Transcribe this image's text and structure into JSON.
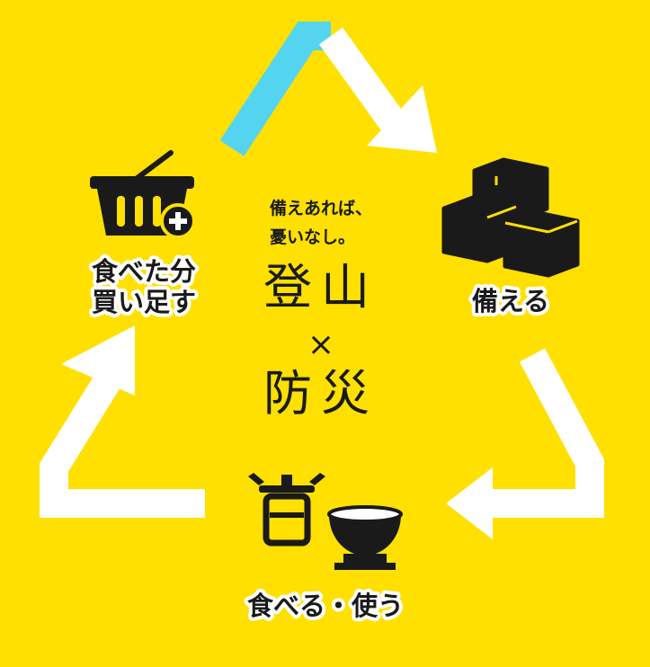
{
  "center": {
    "tagline_line1": "備えあれば、",
    "tagline_line2": "憂いなし。",
    "title_top": "登山",
    "cross": "×",
    "title_bottom": "防災"
  },
  "nodes": {
    "prepare": {
      "label": "備える",
      "icon": "boxes-icon"
    },
    "eat_use": {
      "label": "食べる・使う",
      "icon": "stove-and-bowl-icon"
    },
    "restock": {
      "label_line1": "食べた分",
      "label_line2": "買い足す",
      "icon": "basket-plus-icon"
    }
  },
  "colors": {
    "background": "#FFE000",
    "arrow": "#FFFFFF",
    "accent": "#55D4F0",
    "ink": "#1A1A1A"
  }
}
